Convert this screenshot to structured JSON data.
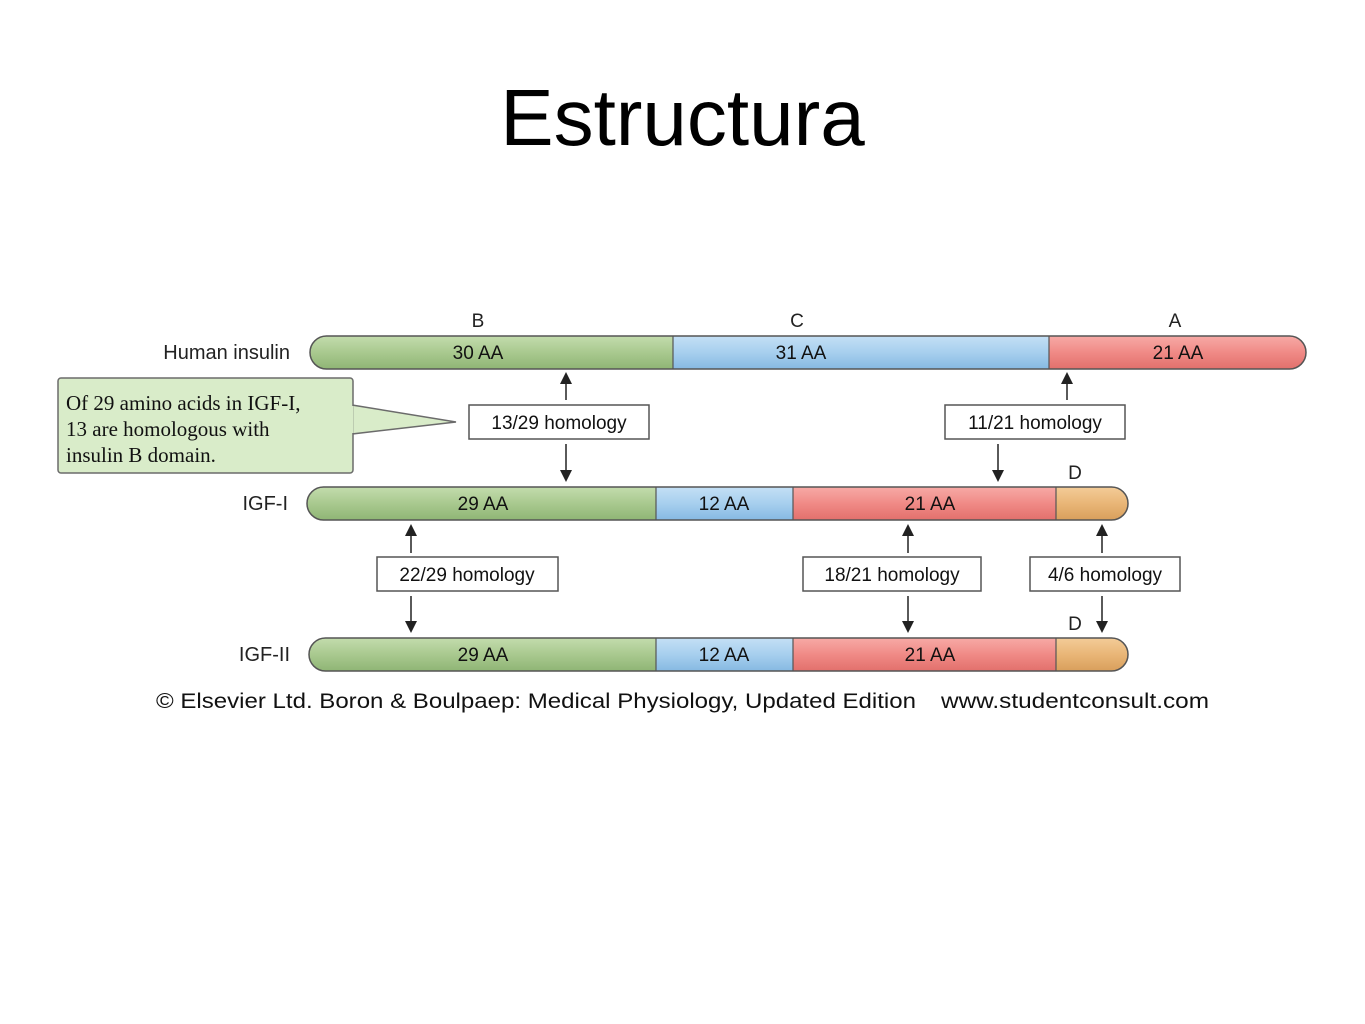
{
  "slide": {
    "title": "Estructura"
  },
  "figure": {
    "rows": {
      "insulin": {
        "label": "Human insulin",
        "domains": {
          "b": "B",
          "c": "C",
          "a": "A"
        },
        "segments": {
          "b": "30 AA",
          "c": "31 AA",
          "a": "21 AA"
        }
      },
      "igf1": {
        "label": "IGF-I",
        "domains": {
          "d": "D"
        },
        "segments": {
          "b": "29 AA",
          "c": "12 AA",
          "a": "21 AA"
        }
      },
      "igf2": {
        "label": "IGF-II",
        "domains": {
          "d": "D"
        },
        "segments": {
          "b": "29 AA",
          "c": "12 AA",
          "a": "21 AA"
        }
      }
    },
    "homology": {
      "b_insulin_igf1": "13/29 homology",
      "a_insulin_igf1": "11/21 homology",
      "b_igf1_igf2": "22/29 homology",
      "a_igf1_igf2": "18/21 homology",
      "d_igf1_igf2": "4/6 homology"
    },
    "callout": [
      "Of 29 amino acids in IGF-I,",
      "13 are homologous with",
      "insulin B domain."
    ],
    "credit": {
      "copyright": "© Elsevier Ltd. Boron & Boulpaep: Medical Physiology, Updated Edition",
      "url": "www.studentconsult.com"
    },
    "colors": {
      "b_domain": "#a9c98f",
      "c_domain": "#a7cfee",
      "a_domain": "#f08a86",
      "d_domain": "#e9b677",
      "callout_bg": "#d9ecc9"
    }
  }
}
